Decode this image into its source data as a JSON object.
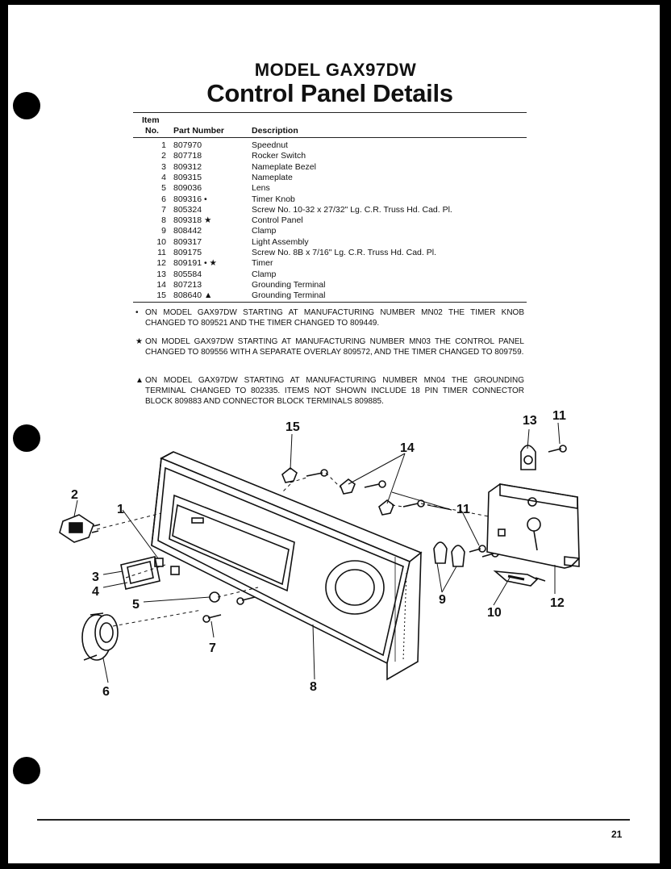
{
  "header": {
    "model": "MODEL GAX97DW",
    "title": "Control Panel Details"
  },
  "table": {
    "col_item": "Item",
    "col_no": "No.",
    "col_part": "Part Number",
    "col_desc": "Description",
    "rows": [
      {
        "no": "1",
        "part": "807970",
        "desc": "Speednut"
      },
      {
        "no": "2",
        "part": "807718",
        "desc": "Rocker Switch"
      },
      {
        "no": "3",
        "part": "809312",
        "desc": "Nameplate Bezel"
      },
      {
        "no": "4",
        "part": "809315",
        "desc": "Nameplate"
      },
      {
        "no": "5",
        "part": "809036",
        "desc": "Lens"
      },
      {
        "no": "6",
        "part": "809316 •",
        "desc": "Timer Knob"
      },
      {
        "no": "7",
        "part": "805324",
        "desc": "Screw No. 10-32 x 27/32\" Lg. C.R. Truss Hd. Cad. Pl."
      },
      {
        "no": "8",
        "part": "809318 ★",
        "desc": "Control Panel"
      },
      {
        "no": "9",
        "part": "808442",
        "desc": "Clamp"
      },
      {
        "no": "10",
        "part": "809317",
        "desc": "Light Assembly"
      },
      {
        "no": "11",
        "part": "809175",
        "desc": "Screw No. 8B x 7/16\" Lg. C.R. Truss Hd. Cad. Pl."
      },
      {
        "no": "12",
        "part": "809191 • ★",
        "desc": "Timer"
      },
      {
        "no": "13",
        "part": "805584",
        "desc": "Clamp"
      },
      {
        "no": "14",
        "part": "807213",
        "desc": "Grounding Terminal"
      },
      {
        "no": "15",
        "part": "808640 ▲",
        "desc": "Grounding Terminal"
      }
    ]
  },
  "notes": [
    {
      "symbol": "•",
      "text": "ON MODEL GAX97DW STARTING AT MANUFACTURING NUMBER MN02 THE TIMER KNOB CHANGED TO 809521 AND THE TIMER CHANGED TO 809449."
    },
    {
      "symbol": "★",
      "text": "ON MODEL GAX97DW STARTING AT MANUFACTURING NUMBER MN03 THE CONTROL PANEL CHANGED TO 809556 WITH A SEPARATE OVERLAY 809572, AND THE TIMER CHANGED TO 809759."
    },
    {
      "symbol": "▲",
      "text": "ON MODEL GAX97DW STARTING AT MANUFACTURING NUMBER MN04 THE GROUNDING TERMINAL CHANGED TO 802335. ITEMS NOT SHOWN INCLUDE 18 PIN TIMER CONNECTOR BLOCK 809883 AND CONNECTOR BLOCK TERMINALS 809885."
    }
  ],
  "callouts": {
    "c1": "1",
    "c2": "2",
    "c3": "3",
    "c4": "4",
    "c5": "5",
    "c6": "6",
    "c7": "7",
    "c8": "8",
    "c9": "9",
    "c10": "10",
    "c11a": "11",
    "c11b": "11",
    "c12": "12",
    "c13": "13",
    "c14": "14",
    "c15": "15"
  },
  "footer": {
    "page_number": "21"
  }
}
